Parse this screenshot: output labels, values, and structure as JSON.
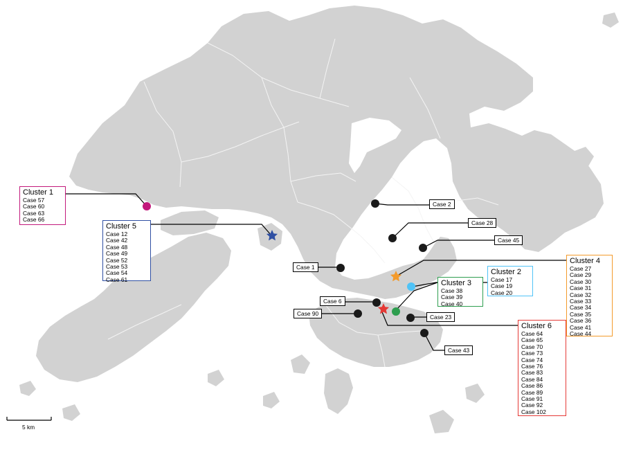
{
  "colors": {
    "land": "#d2d2d2",
    "district_border": "#f4f4f4",
    "leader": "#000000",
    "case_marker": "#1a1a1a"
  },
  "clusters": [
    {
      "id": "1",
      "title": "Cluster 1",
      "color": "#c2187b",
      "marker": "circle",
      "cases": [
        "Case 57",
        "Case 60",
        "Case 63",
        "Case 66"
      ]
    },
    {
      "id": "2",
      "title": "Cluster 2",
      "color": "#4fc3f7",
      "marker": "circle",
      "cases": [
        "Case 17",
        "Case 19",
        "Case 20"
      ]
    },
    {
      "id": "3",
      "title": "Cluster 3",
      "color": "#2e9e4f",
      "marker": "circle",
      "cases": [
        "Case 38",
        "Case 39",
        "Case 40"
      ]
    },
    {
      "id": "4",
      "title": "Cluster 4",
      "color": "#f39a2b",
      "marker": "star",
      "cases": [
        "Case 27",
        "Case 29",
        "Case 30",
        "Case 31",
        "Case 32",
        "Case 33",
        "Case 34",
        "Case 35",
        "Case 36",
        "Case 41",
        "Case 44"
      ]
    },
    {
      "id": "5",
      "title": "Cluster 5",
      "color": "#2f4fa3",
      "marker": "star",
      "cases": [
        "Case 12",
        "Case 42",
        "Case 48",
        "Case 49",
        "Case 52",
        "Case 53",
        "Case 54",
        "Case 61"
      ]
    },
    {
      "id": "6",
      "title": "Cluster 6",
      "color": "#e53935",
      "marker": "star",
      "cases": [
        "Case 64",
        "Case 65",
        "Case 70",
        "Case 73",
        "Case 74",
        "Case 76",
        "Case 83",
        "Case 84",
        "Case 86",
        "Case 89",
        "Case 91",
        "Case 92",
        "Case 102"
      ]
    }
  ],
  "single_cases": [
    {
      "label": "Case 1"
    },
    {
      "label": "Case 2"
    },
    {
      "label": "Case 6"
    },
    {
      "label": "Case 23"
    },
    {
      "label": "Case 28"
    },
    {
      "label": "Case 43"
    },
    {
      "label": "Case 45"
    },
    {
      "label": "Case 90"
    }
  ],
  "scale_bar": {
    "label": "5 km"
  }
}
